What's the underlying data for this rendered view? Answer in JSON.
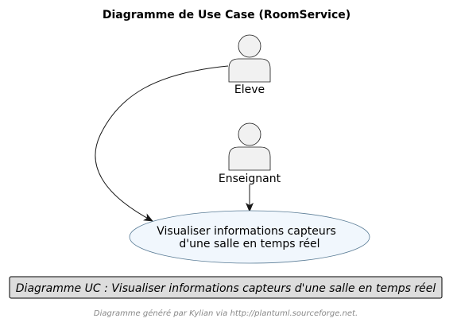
{
  "diagram": {
    "title": "Diagramme de Use Case (RoomService)",
    "actors": [
      {
        "id": "eleve",
        "label": "Eleve"
      },
      {
        "id": "enseignant",
        "label": "Enseignant"
      }
    ],
    "usecase": {
      "line1": "Visualiser informations capteurs",
      "line2": "d'une salle en temps réel"
    },
    "legend": "Diagramme UC : Visualiser informations capteurs d'une salle en temps réel",
    "footer": "Diagramme généré par Kylian via http://plantuml.sourceforge.net.",
    "colors": {
      "actor_fill": "#f1f1f1",
      "actor_stroke": "#181818",
      "usecase_fill": "#f1f7fd",
      "usecase_stroke": "#5a7c96",
      "legend_fill": "#dddddd"
    }
  }
}
